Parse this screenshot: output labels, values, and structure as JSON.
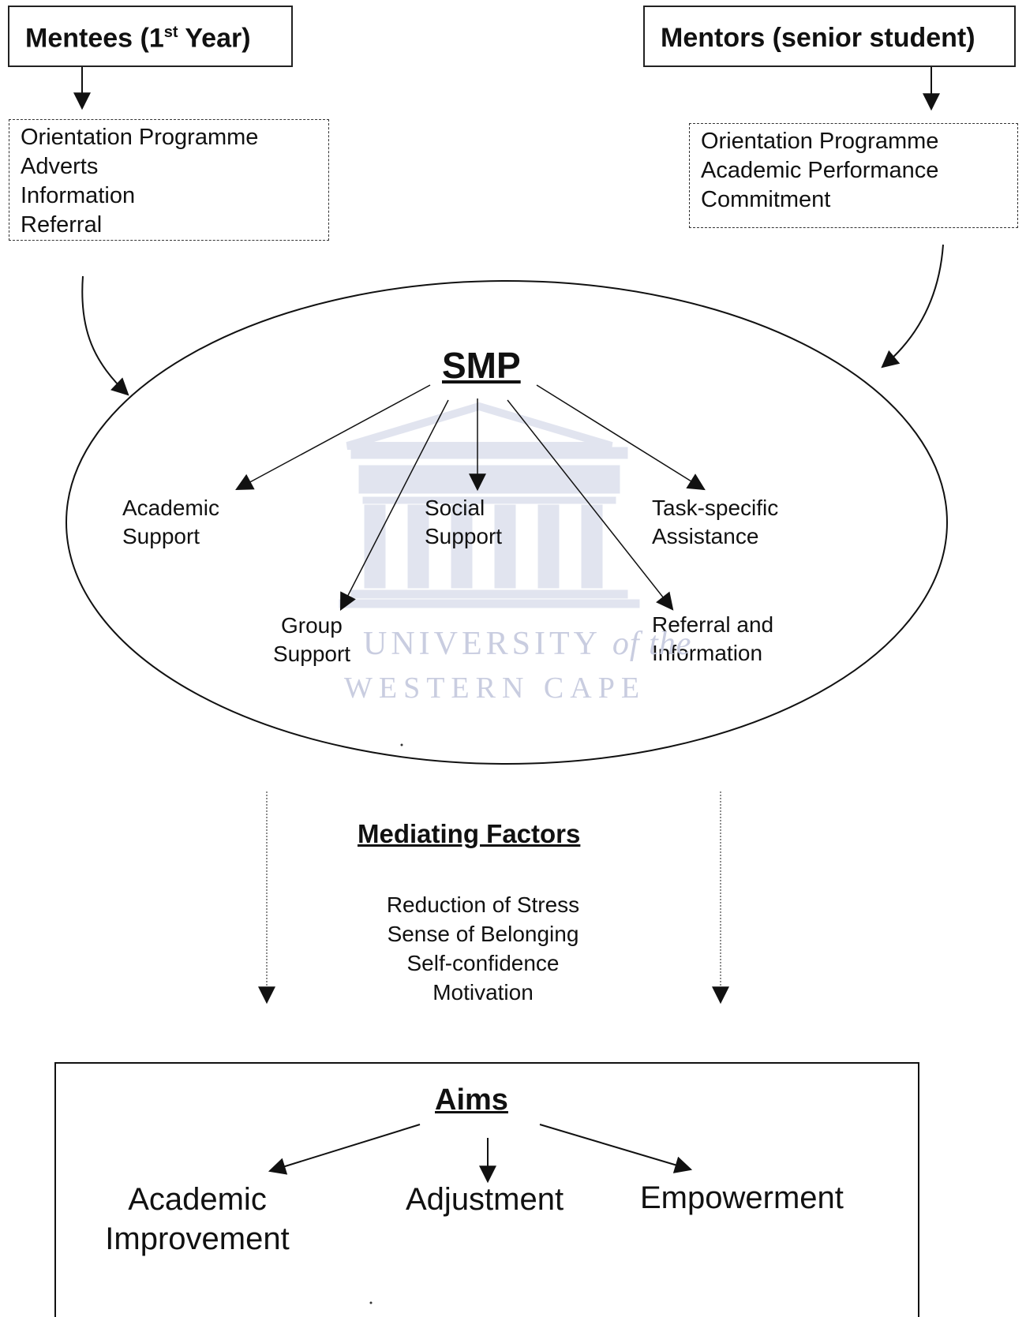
{
  "mentees": {
    "title_prefix": "Mentees (1",
    "title_sup": "st",
    "title_suffix": " Year)",
    "items": [
      "Orientation Programme",
      "Adverts",
      "Information",
      "Referral"
    ]
  },
  "mentors": {
    "title": "Mentors (senior student)",
    "items": [
      "Orientation Programme",
      "Academic Performance",
      "Commitment"
    ]
  },
  "smp": {
    "title": "SMP",
    "nodes": {
      "academic": [
        "Academic",
        "Support"
      ],
      "social": [
        "Social",
        "Support"
      ],
      "task": [
        "Task-specific",
        "Assistance"
      ],
      "group": [
        "Group",
        "Support"
      ],
      "referral": [
        "Referral and",
        "Information"
      ]
    }
  },
  "watermark": {
    "line1": "UNIVERSITY",
    "line1_italic": "of the",
    "line2": "WESTERN CAPE"
  },
  "mediating": {
    "title": "Mediating Factors",
    "items": [
      "Reduction of Stress",
      "Sense of Belonging",
      "Self-confidence",
      "Motivation"
    ]
  },
  "aims": {
    "title": "Aims",
    "academic": [
      "Academic",
      "Improvement"
    ],
    "adjustment": "Adjustment",
    "empowerment": "Empowerment"
  }
}
